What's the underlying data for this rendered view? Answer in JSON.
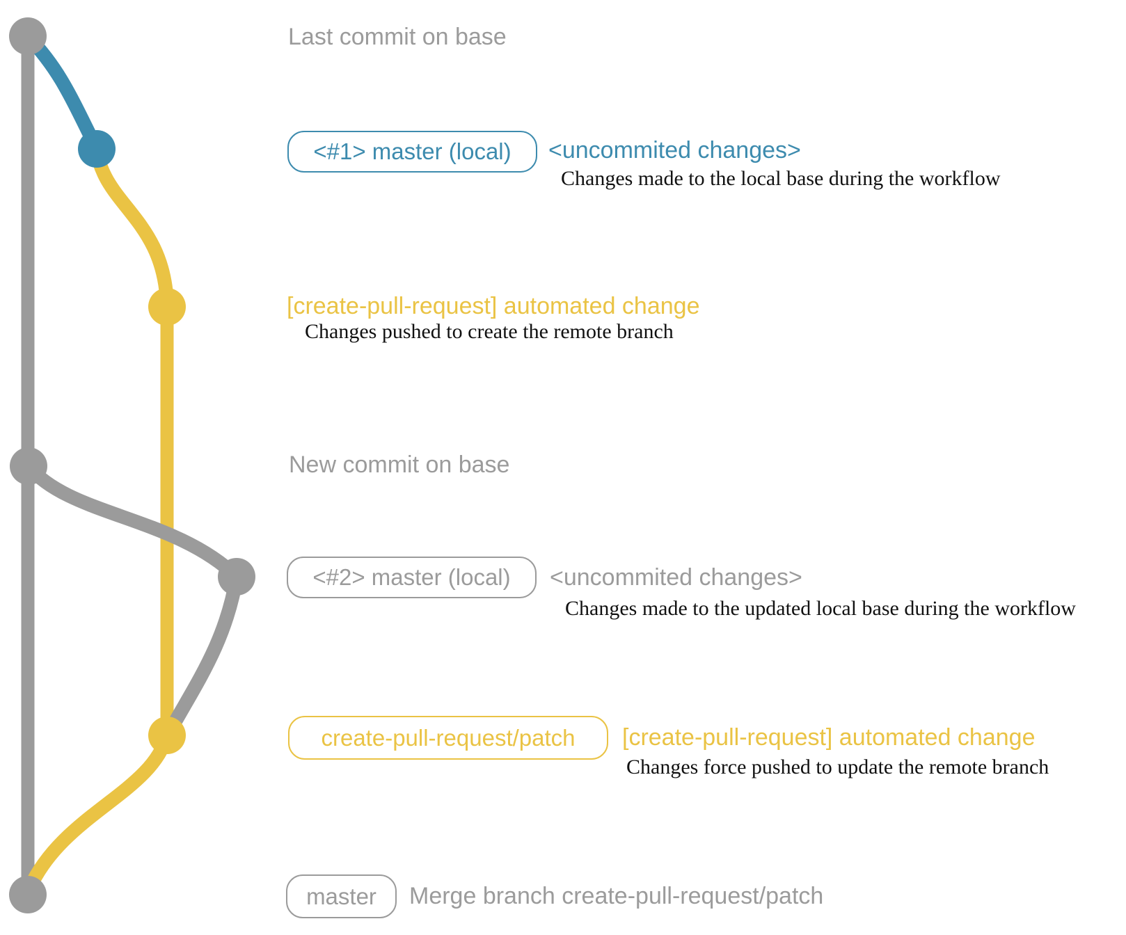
{
  "colors": {
    "gray": "#9b9b9b",
    "blue": "#3d8bae",
    "yellow": "#eac344",
    "black": "#111111"
  },
  "graph": {
    "nodes": [
      {
        "name": "last-commit-on-base",
        "color": "gray"
      },
      {
        "name": "local-commit-1",
        "color": "blue"
      },
      {
        "name": "patch-branch-commit-1",
        "color": "yellow"
      },
      {
        "name": "new-commit-on-base",
        "color": "gray"
      },
      {
        "name": "local-commit-2",
        "color": "gray"
      },
      {
        "name": "patch-branch-commit-2",
        "color": "yellow"
      },
      {
        "name": "merge-commit",
        "color": "gray"
      }
    ]
  },
  "rows": {
    "row1": {
      "label": "Last commit on base"
    },
    "row2": {
      "ref_label": "<#1> master (local)",
      "message": "<uncommited changes>",
      "note": "Changes made to the local base during the workflow"
    },
    "row3": {
      "message": "[create-pull-request] automated change",
      "note": "Changes pushed to create the remote branch"
    },
    "row4": {
      "label": "New commit on base"
    },
    "row5": {
      "ref_label": "<#2> master (local)",
      "message": "<uncommited changes>",
      "note": "Changes made to the updated local base during the workflow"
    },
    "row6": {
      "ref_label": "create-pull-request/patch",
      "message": "[create-pull-request] automated change",
      "note": "Changes force pushed to update the remote branch"
    },
    "row7": {
      "ref_label": "master",
      "message": "Merge branch create-pull-request/patch"
    }
  }
}
